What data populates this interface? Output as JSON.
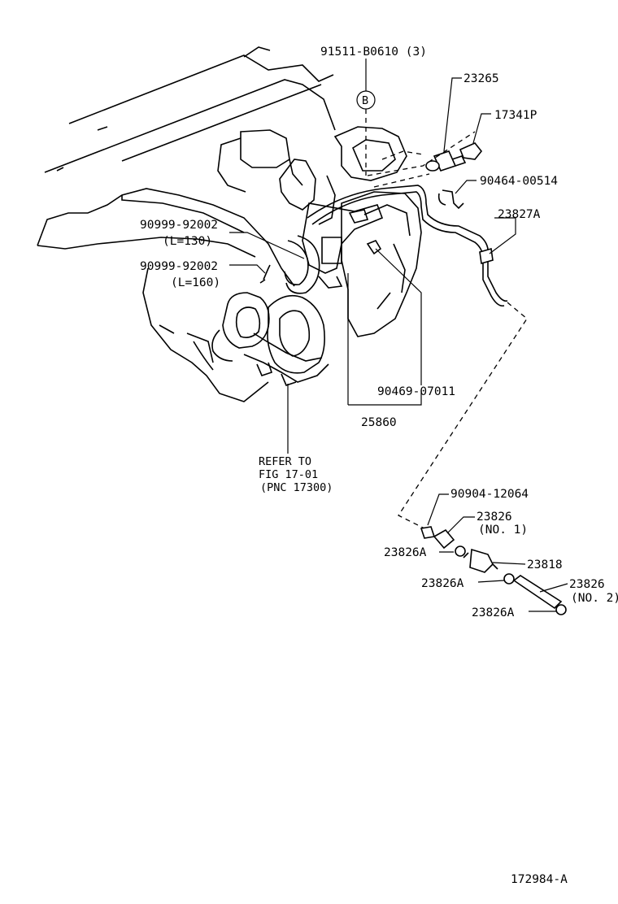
{
  "diagram": {
    "code": "172984-A",
    "callouts": {
      "c91511": "91511-B0610 (3)",
      "b_marker": "B",
      "c23265": "23265",
      "c17341p": "17341P",
      "c90464": "90464-00514",
      "c23827a": "23827A",
      "c90999_1": "90999-92002",
      "c90999_1_len": "(L=130)",
      "c90999_2": "90999-92002",
      "c90999_2_len": "(L=160)",
      "c90469": "90469-07011",
      "c25860": "25860",
      "refer_line1": "REFER TO",
      "refer_line2": "FIG 17-01",
      "refer_line3": "(PNC 17300)",
      "c90904": "90904-12064",
      "c23826_no1": "23826",
      "c23826_no1_sub": "(NO. 1)",
      "c23826a_1": "23826A",
      "c23818": "23818",
      "c23826a_2": "23826A",
      "c23826_no2": "23826",
      "c23826_no2_sub": "(NO. 2)",
      "c23826a_3": "23826A"
    }
  }
}
